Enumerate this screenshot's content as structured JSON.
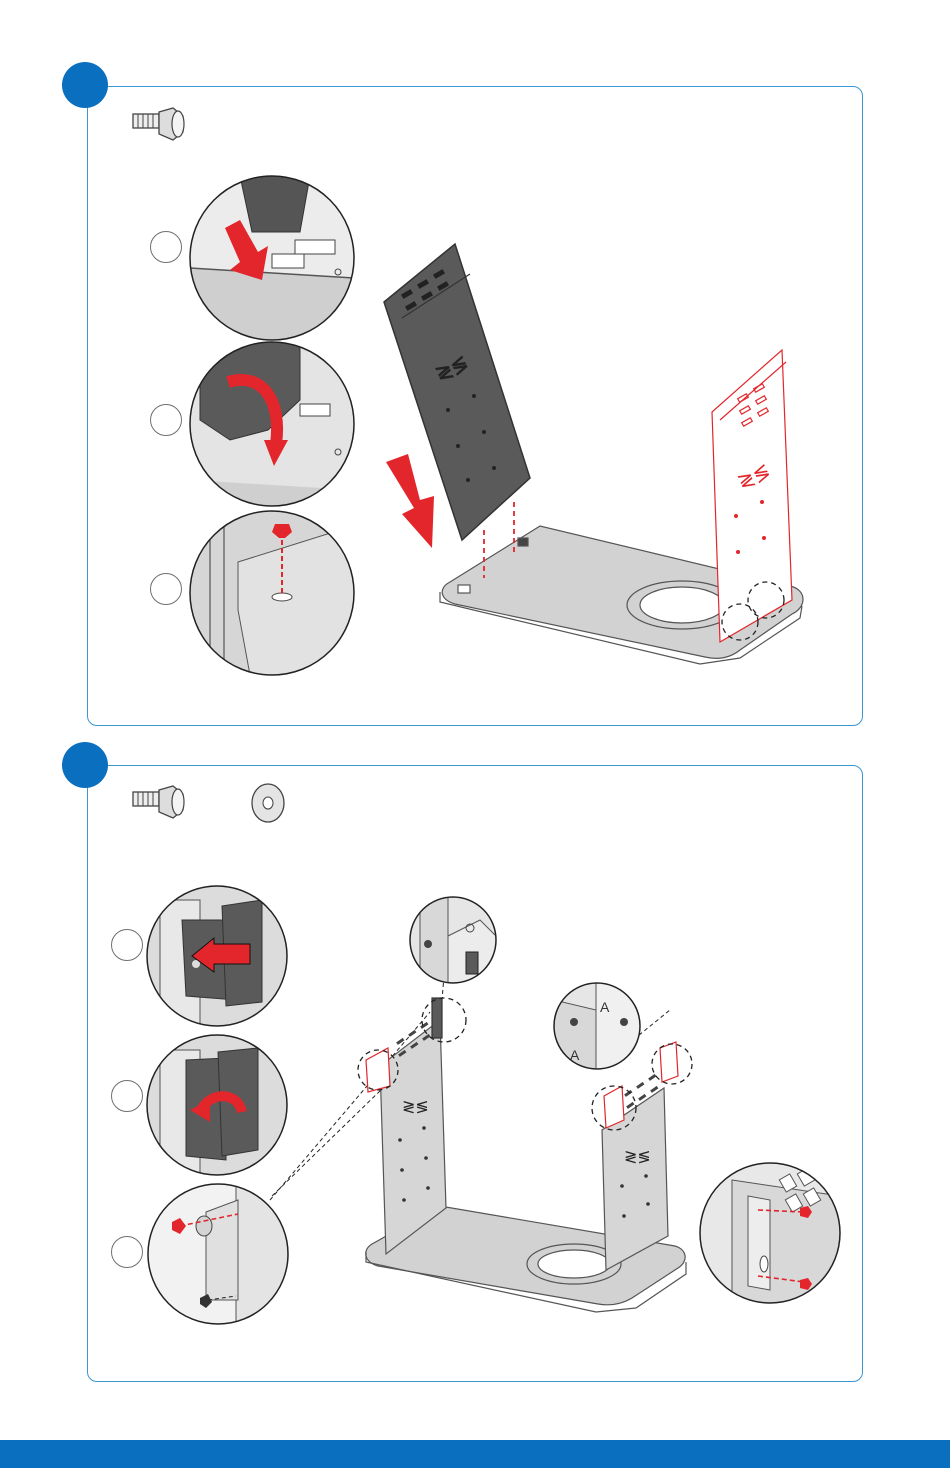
{
  "colors": {
    "accent_blue": "#0a6fbf",
    "panel_border": "#3b97d3",
    "highlight_red": "#e2262b",
    "part_gray": "#d2d2d2",
    "dark_panel": "#5a5a5a"
  },
  "step1": {
    "hardware": [
      "bolt-icon"
    ],
    "detail_views": 3
  },
  "step2": {
    "hardware": [
      "bolt-icon",
      "washer-icon"
    ],
    "detail_views": 3,
    "zoom_labels": [
      "A",
      "A"
    ]
  }
}
